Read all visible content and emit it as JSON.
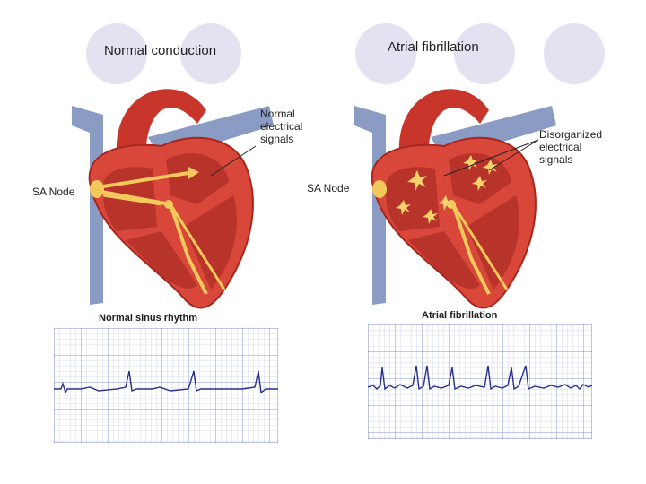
{
  "left_panel": {
    "title": "Normal conduction",
    "signal_label": [
      "Normal",
      "electrical",
      "signals"
    ],
    "node_label": "SA Node",
    "ecg_caption": "Normal sinus rhythm"
  },
  "right_panel": {
    "title": "Atrial fibrillation",
    "signal_label": [
      "Disorganized",
      "electrical",
      "signals"
    ],
    "node_label": "SA Node",
    "ecg_caption": "Atrial fibrillation"
  },
  "colors": {
    "heart_red": "#d8473a",
    "heart_dark": "#a8261c",
    "vessel_blue": "#8a9bc4",
    "conduction_yellow": "#f3c95c",
    "ecg_grid": "#9aa8d4",
    "ecg_trace": "#2a2f8a",
    "decor_circle": "#e4e1f1"
  }
}
